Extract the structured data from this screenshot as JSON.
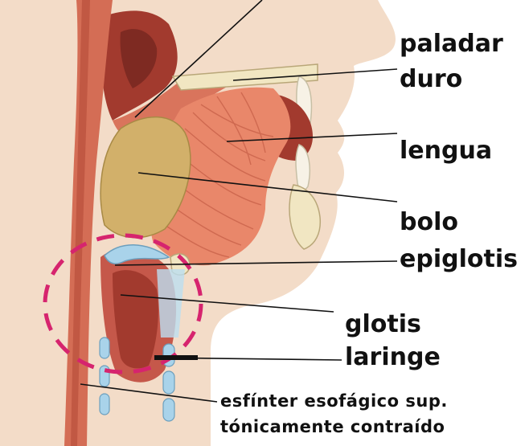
{
  "labels": {
    "paladar": "paladar",
    "duro": "duro",
    "lengua": "lengua",
    "bolo": "bolo",
    "epiglotis": "epiglotis",
    "glotis": "glotis",
    "laringe": "laringe",
    "esfinter_line1": "esfínter esofágico sup.",
    "esfinter_line2": "tónicamente contraído"
  },
  "colors": {
    "skin": "#f3dcc8",
    "muscle": "#e9876a",
    "muscle_dark": "#c9624a",
    "cavity": "#a23a2e",
    "bolus": "#d2b06a",
    "bone": "#f1e6c2",
    "cartilage": "#a9d3ea",
    "highlight_circle": "#d6246e"
  }
}
